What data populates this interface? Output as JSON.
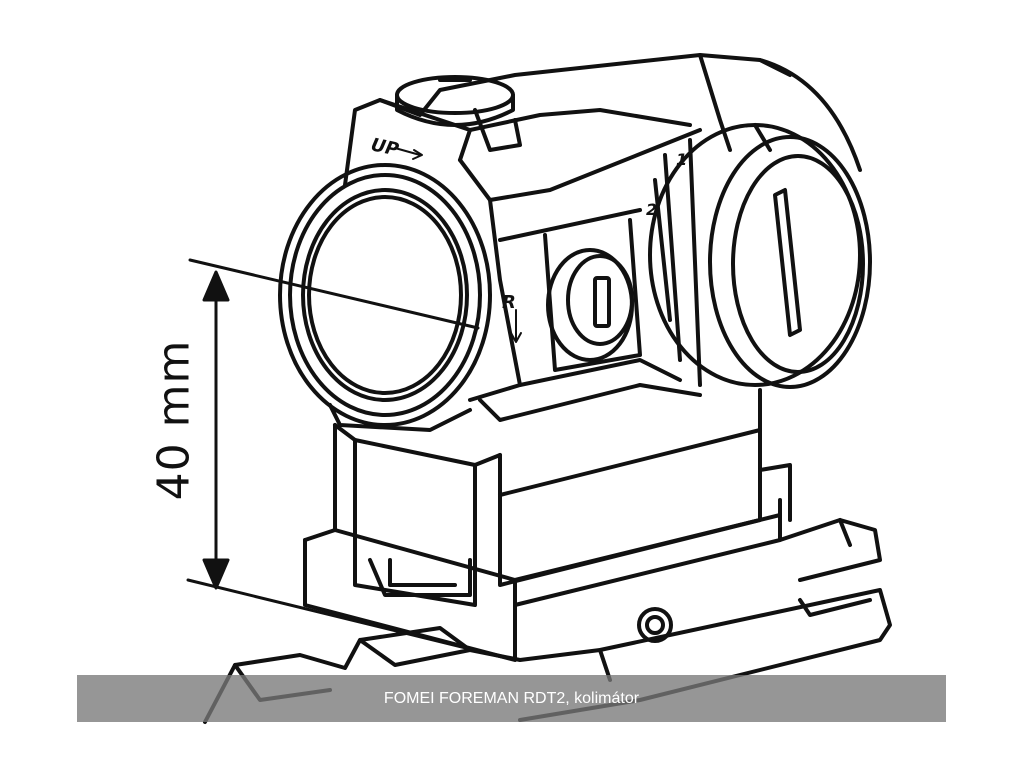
{
  "dimension": {
    "label": "40 mm"
  },
  "engravings": {
    "up": "UP",
    "right": "R",
    "dial_1": "1",
    "dial_2": "2"
  },
  "caption": {
    "text": "FOMEI FOREMAN RDT2, kolimátor"
  }
}
